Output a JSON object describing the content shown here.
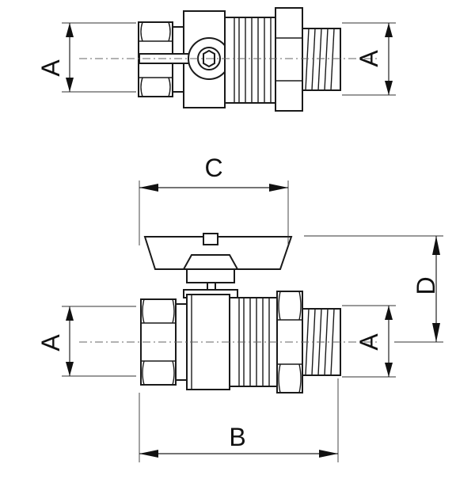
{
  "diagram": {
    "dimensions": {
      "A": "A",
      "B": "B",
      "C": "C",
      "D": "D"
    },
    "colors": {
      "line": "#1a1a1a",
      "background": "#ffffff"
    }
  }
}
